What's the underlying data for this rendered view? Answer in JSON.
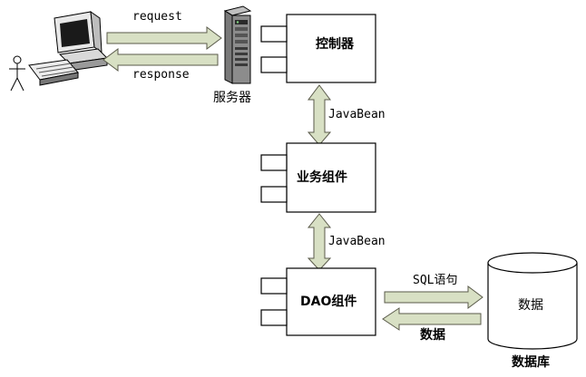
{
  "arrows": {
    "request": "request",
    "response": "response",
    "javabean_1": "JavaBean",
    "javabean_2": "JavaBean",
    "sql": "SQL语句",
    "data_return": "数据"
  },
  "nodes": {
    "server": "服务器",
    "controller": "控制器",
    "business": "业务组件",
    "dao": "DAO组件",
    "db_content": "数据",
    "database": "数据库"
  },
  "colors": {
    "arrow_fill": "#d8e0c4",
    "arrow_stroke": "#5a5a4a",
    "box_stroke": "#000000",
    "server_body": "#8c8c8c",
    "monitor_dark": "#1a1a1a"
  },
  "icons": [
    "user-figure-icon",
    "computer-icon",
    "server-icon"
  ]
}
